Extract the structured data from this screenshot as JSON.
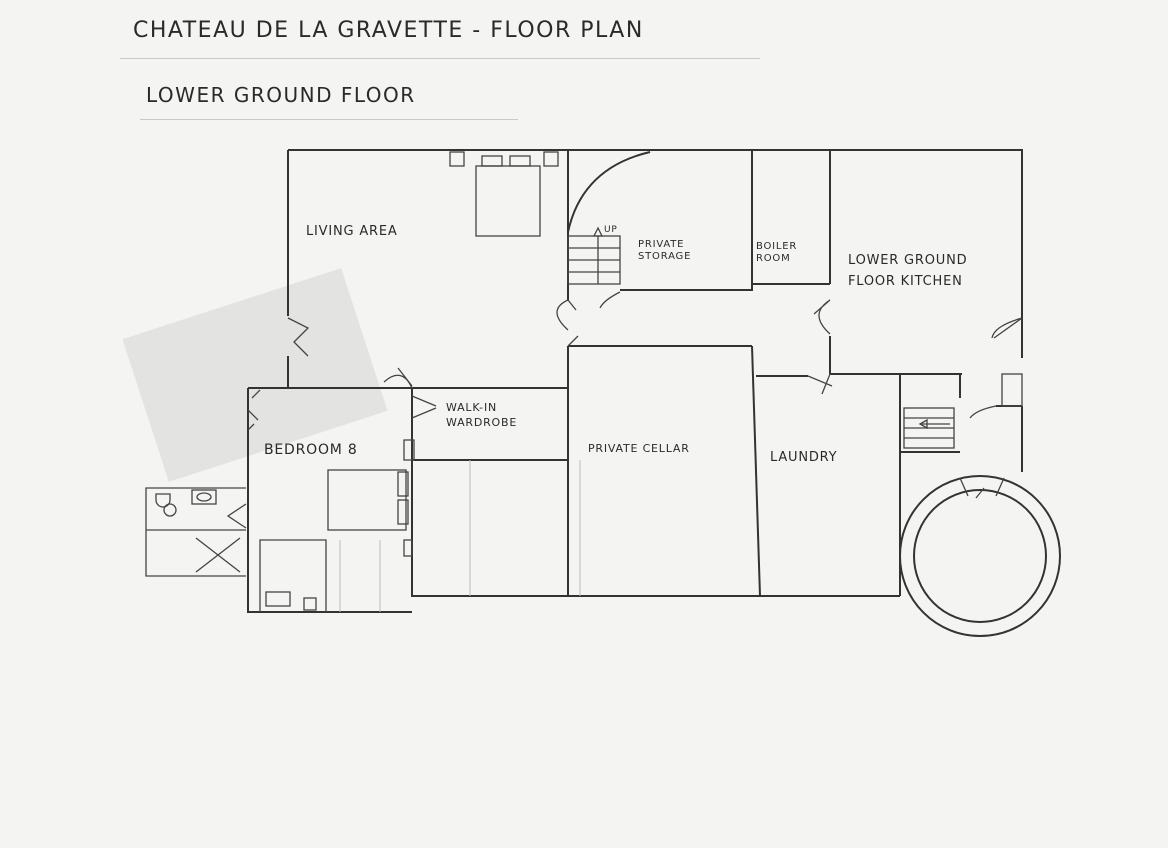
{
  "sheet": {
    "title": "CHATEAU DE LA GRAVETTE - FLOOR PLAN",
    "subtitle": "LOWER GROUND FLOOR"
  },
  "rooms": {
    "living_area": "LIVING AREA",
    "private_storage": [
      "PRIVATE",
      "STORAGE"
    ],
    "boiler_room": [
      "BOILER",
      "ROOM"
    ],
    "kitchen": [
      "LOWER GROUND",
      "FLOOR KITCHEN"
    ],
    "walk_in_wardrobe": [
      "WALK-IN",
      "WARDROBE"
    ],
    "bedroom": "BEDROOM 8",
    "private_cellar": "PRIVATE CELLAR",
    "laundry": "LAUNDRY"
  },
  "annotations": {
    "stair_up": "UP"
  }
}
